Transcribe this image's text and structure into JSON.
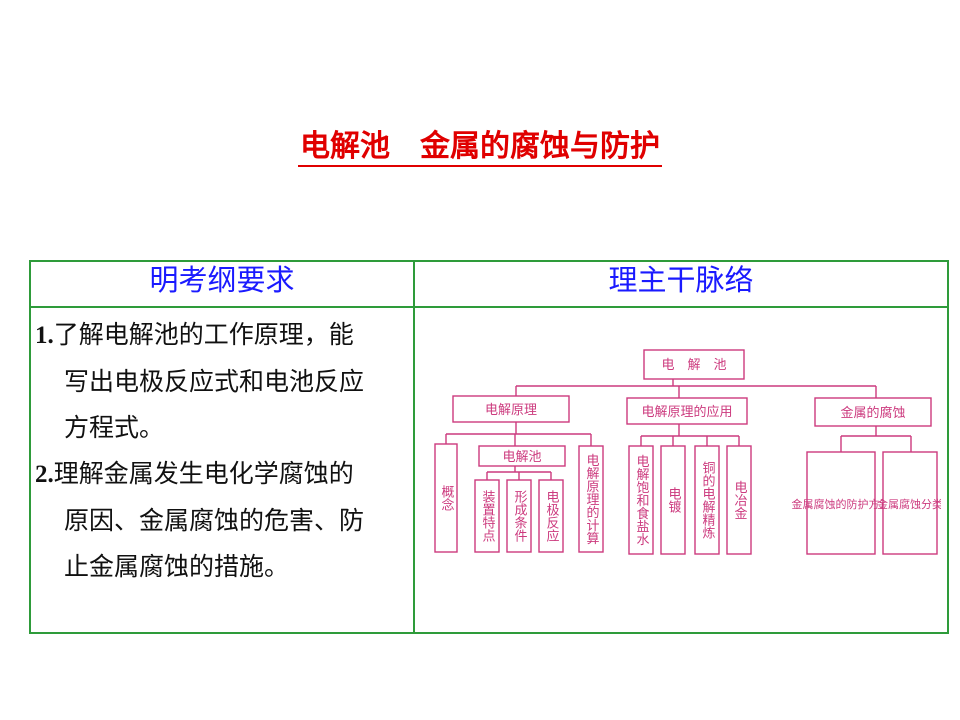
{
  "title": "电解池　金属的腐蚀与防护",
  "table": {
    "left_header": "明考纲要求",
    "right_header": "理主干脉络"
  },
  "requirements": [
    {
      "number": "1.",
      "lines": [
        "了解电解池的工作原理，能",
        "写出电极反应式和电池反应",
        "方程式。"
      ]
    },
    {
      "number": "2.",
      "lines": [
        "理解金属发生电化学腐蚀的",
        "原因、金属腐蚀的危害、防",
        "止金属腐蚀的措施。"
      ]
    }
  ],
  "diagram": {
    "root": "电　解　池",
    "branches": [
      "电解原理",
      "电解原理的应用",
      "金属的腐蚀"
    ],
    "principle_children": [
      "概念",
      "电解池",
      "电解原理的计算"
    ],
    "cell_children": [
      "装置特点",
      "形成条件",
      "电极反应"
    ],
    "application_children": [
      "电解饱和食盐水",
      "电镀",
      "铜的电解精炼",
      "电冶金"
    ],
    "corrosion_children": [
      "金属腐蚀的防护方法",
      "金属腐蚀分类"
    ],
    "color": "#cc3a7e"
  },
  "colors": {
    "title": "#e00000",
    "header": "#1a1aff",
    "grid": "#2e9b3a"
  }
}
